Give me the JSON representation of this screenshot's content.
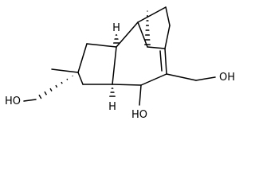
{
  "atom_labels": {
    "hydroxyl_left": "HO",
    "hydroxyl_right": "OH",
    "hydroxyl_bottom": "HO",
    "hydrogen_top": "H",
    "hydrogen_bottom": "H"
  },
  "colors": {
    "bond": "#000000",
    "text": "#000000"
  }
}
